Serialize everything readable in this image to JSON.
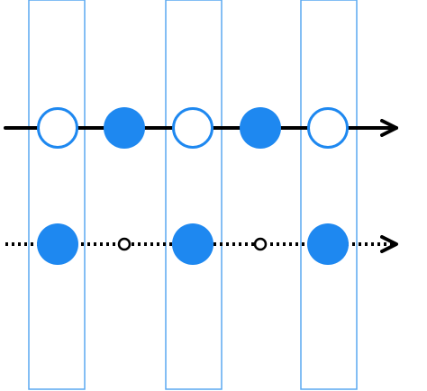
{
  "colors": {
    "column_border": "#5aa9f0",
    "filled_node": "#1e88f0",
    "hollow_node_border": "#1e88f0",
    "hollow_node_fill": "#ffffff",
    "solid_line": "#000000",
    "dotted_line": "#000000",
    "small_node_border": "#000000",
    "small_node_fill": "#ffffff"
  },
  "top_row": {
    "line_style": "solid-arrow",
    "nodes": [
      "hollow",
      "filled",
      "hollow",
      "filled",
      "hollow"
    ]
  },
  "bottom_row": {
    "line_style": "dotted-arrow",
    "nodes": [
      "filled",
      "small-hollow",
      "filled",
      "small-hollow",
      "filled"
    ]
  },
  "columns": {
    "count": 3
  }
}
